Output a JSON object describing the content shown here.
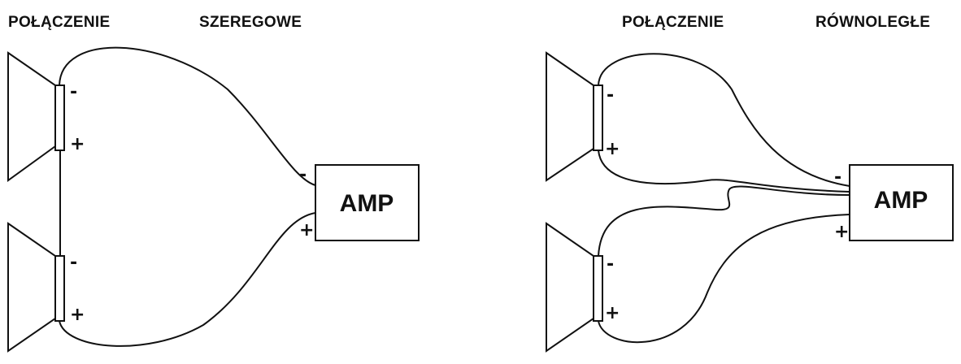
{
  "series_diagram": {
    "title_word1": "POŁĄCZENIE",
    "title_word2": "SZEREGOWE",
    "amp_label": "AMP",
    "minus_sign": "-",
    "plus_sign": "+"
  },
  "parallel_diagram": {
    "title_word1": "POŁĄCZENIE",
    "title_word2": "RÓWNOLEGŁE",
    "amp_label": "AMP",
    "minus_sign": "-",
    "plus_sign": "+"
  }
}
